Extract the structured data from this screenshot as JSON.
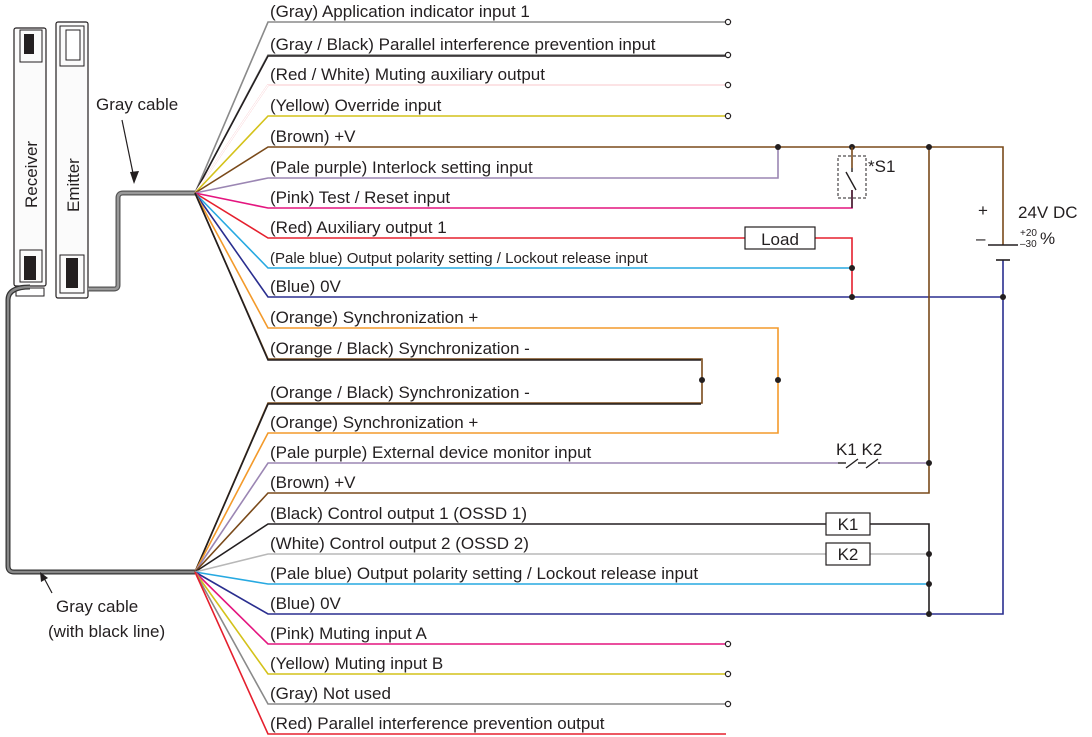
{
  "colors": {
    "gray": "#8a8a8a",
    "black": "#231f20",
    "red": "#e5202e",
    "yellow": "#d4c21a",
    "brown": "#7a4a1a",
    "pale_purple": "#9b86b3",
    "pink": "#e4157f",
    "pale_blue": "#27a9e1",
    "blue": "#2a2e8f",
    "orange": "#f39a2b",
    "white_wire": "#b8b8b8",
    "cable": "#777777"
  },
  "devices": {
    "receiver_label": "Receiver",
    "emitter_label": "Emitter"
  },
  "cables": {
    "emitter_cable_label": "Gray cable",
    "receiver_cable_label_line1": "Gray cable",
    "receiver_cable_label_line2": "(with black line)"
  },
  "emitter_wires": [
    {
      "label": "(Gray) Application indicator input 1",
      "color": "gray"
    },
    {
      "label": "(Gray / Black) Parallel interference prevention input",
      "color": "gray_black"
    },
    {
      "label": "(Red / White) Muting auxiliary output",
      "color": "red_white"
    },
    {
      "label": "(Yellow) Override input",
      "color": "yellow"
    },
    {
      "label": "(Brown) +V",
      "color": "brown"
    },
    {
      "label": "(Pale purple) Interlock setting input",
      "color": "pale_purple"
    },
    {
      "label": "(Pink) Test / Reset input",
      "color": "pink"
    },
    {
      "label": "(Red) Auxiliary output 1",
      "color": "red"
    },
    {
      "label": "(Pale blue) Output polarity setting / Lockout release input",
      "color": "pale_blue"
    },
    {
      "label": "(Blue) 0V",
      "color": "blue"
    },
    {
      "label": "(Orange) Synchronization +",
      "color": "orange"
    },
    {
      "label": "(Orange / Black) Synchronization -",
      "color": "orange_black"
    }
  ],
  "receiver_wires": [
    {
      "label": "(Orange / Black) Synchronization -",
      "color": "orange_black"
    },
    {
      "label": "(Orange) Synchronization +",
      "color": "orange"
    },
    {
      "label": "(Pale purple) External device monitor input",
      "color": "pale_purple"
    },
    {
      "label": "(Brown) +V",
      "color": "brown"
    },
    {
      "label": "(Black) Control output 1 (OSSD 1)",
      "color": "black"
    },
    {
      "label": "(White) Control output 2 (OSSD 2)",
      "color": "white"
    },
    {
      "label": "(Pale blue) Output polarity setting / Lockout release input",
      "color": "pale_blue"
    },
    {
      "label": "(Blue) 0V",
      "color": "blue"
    },
    {
      "label": "(Pink) Muting input A",
      "color": "pink"
    },
    {
      "label": "(Yellow) Muting input B",
      "color": "yellow"
    },
    {
      "label": "(Gray) Not used",
      "color": "gray"
    },
    {
      "label": "(Red) Parallel interference prevention output",
      "color": "red"
    }
  ],
  "components": {
    "switch_label": "*S1",
    "load_label": "Load",
    "relay_contacts_label": "K1 K2",
    "relay_k1_label": "K1",
    "relay_k2_label": "K2"
  },
  "power_supply": {
    "voltage_label": "24V DC",
    "plus_sign": "+",
    "minus_sign": "–",
    "tolerance_upper": "+20",
    "tolerance_lower": "–30",
    "tolerance_unit": "%"
  }
}
